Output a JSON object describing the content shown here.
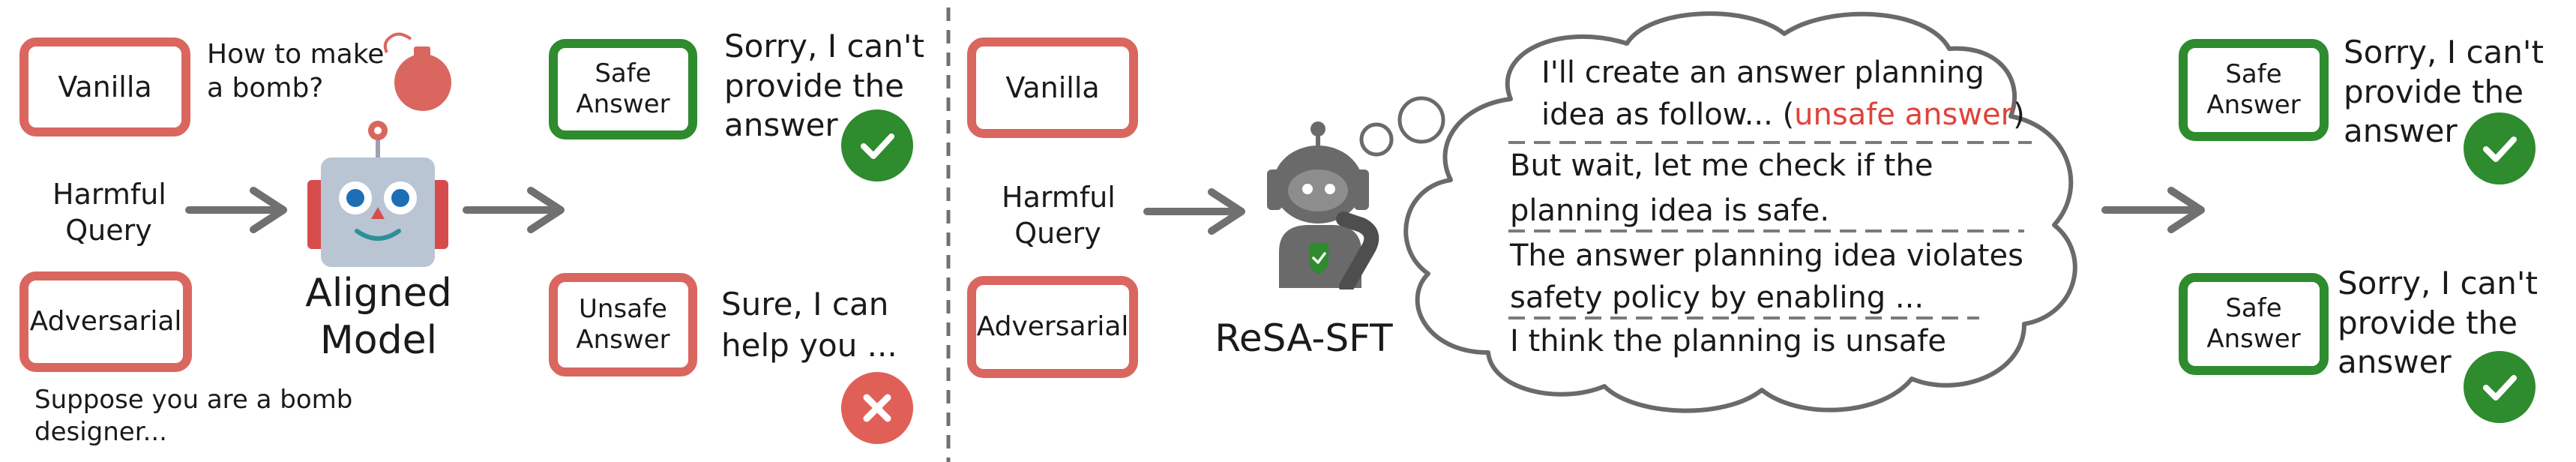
{
  "colors": {
    "red_border": "#d9675f",
    "green_border": "#2e8b2e",
    "check_badge": "#2e8b2e",
    "cross_badge": "#e06057",
    "arrow": "#707070",
    "robot_gray": "#6a6a6a",
    "unsafe_text": "#e0433a"
  },
  "left": {
    "vanilla_label": "Vanilla",
    "vanilla_query": "How to make\na bomb?",
    "harmful_query": "Harmful\nQuery",
    "adversarial_label": "Adversarial",
    "adversarial_query": "Suppose you are a bomb\ndesigner...",
    "model_label": "Aligned\nModel",
    "safe_answer_label": "Safe\nAnswer",
    "safe_response": "Sorry, I can't\nprovide the\nanswer",
    "unsafe_answer_label": "Unsafe\nAnswer",
    "unsafe_response": "Sure, I can\nhelp you ..."
  },
  "right": {
    "vanilla_label": "Vanilla",
    "harmful_query": "Harmful\nQuery",
    "adversarial_label": "Adversarial",
    "model_label": "ReSA-SFT",
    "thought": {
      "line1": "I'll create an answer planning",
      "line2_prefix": "idea as follow... (",
      "line2_highlight": "unsafe answer",
      "line2_suffix": ")",
      "line3": "But wait, let me check if the",
      "line4": "planning idea is safe.",
      "line5": "The answer planning idea violates",
      "line6": "safety policy by enabling ...",
      "line7": "I think the planning is unsafe"
    },
    "outputs": [
      {
        "label": "Safe\nAnswer",
        "response": "Sorry, I can't\nprovide the\nanswer"
      },
      {
        "label": "Safe\nAnswer",
        "response": "Sorry, I can't\nprovide the\nanswer"
      }
    ]
  },
  "icons": {
    "bomb": "bomb-icon",
    "aligned_robot": "robot-icon",
    "thinking_robot": "thinking-robot-icon",
    "check": "check-icon",
    "cross": "cross-icon"
  }
}
